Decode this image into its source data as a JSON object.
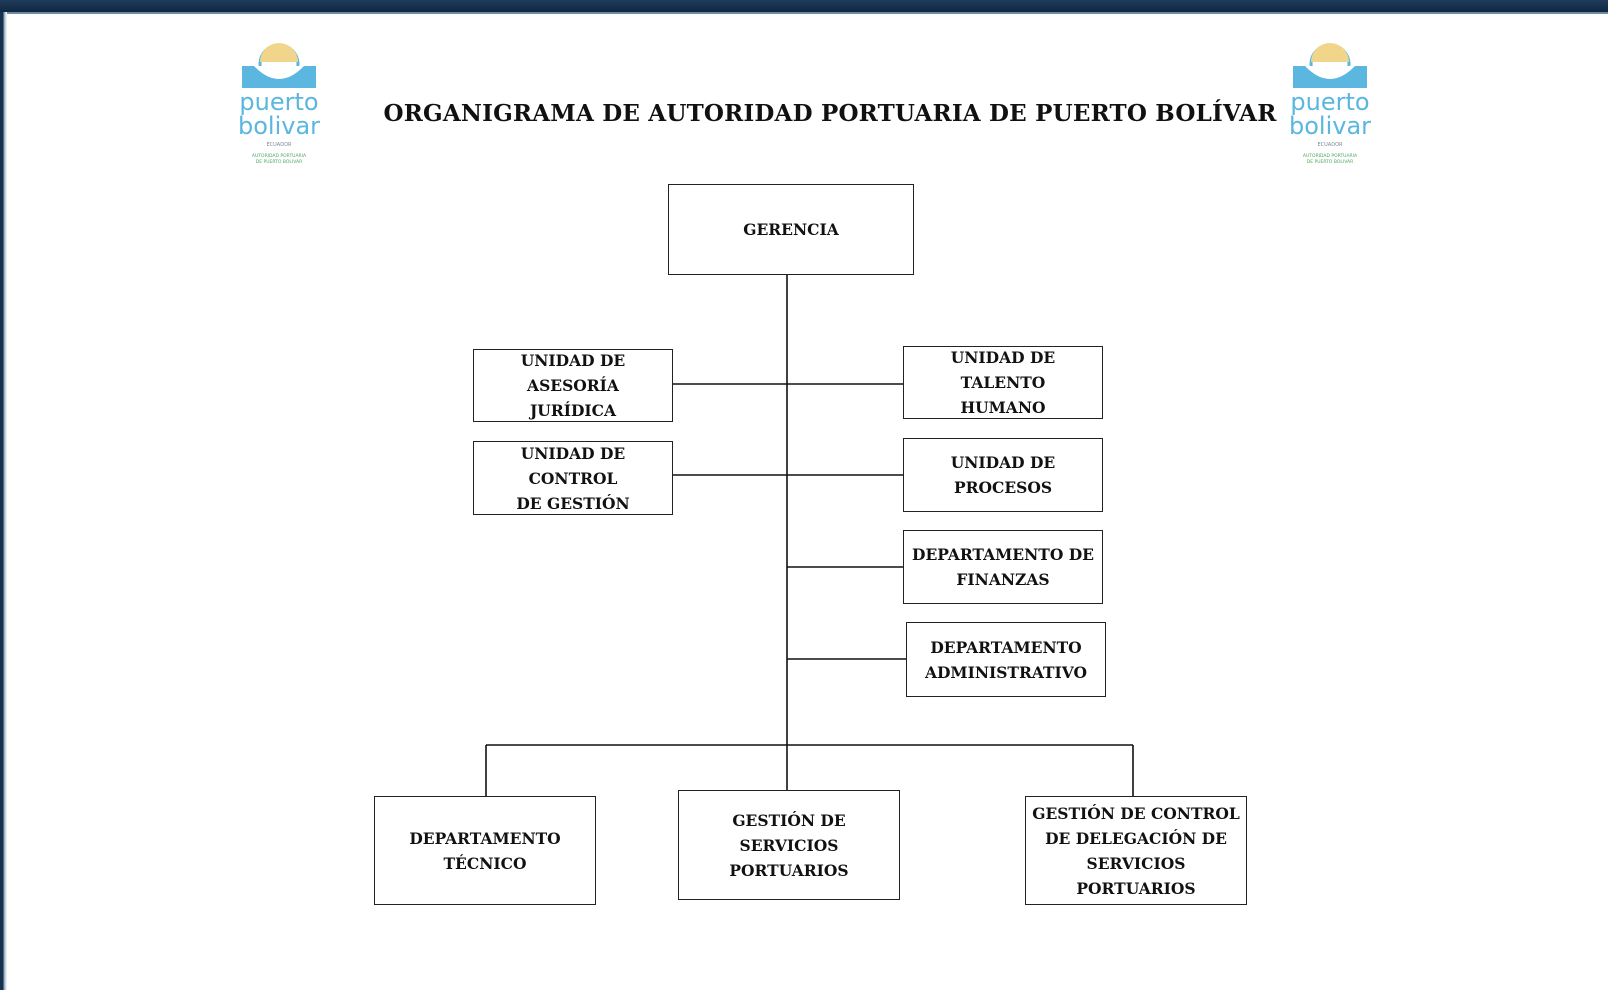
{
  "title": "ORGANIGRAMA DE AUTORIDAD PORTUARIA DE PUERTO BOLÍVAR",
  "logo": {
    "line1": "puerto",
    "line2": "bolivar",
    "line3": "ECUADOR",
    "line4": "AUTORIDAD PORTUARIA",
    "line5": "DE PUERTO BOLIVAR",
    "color": "#5bb7df"
  },
  "nodes": {
    "gerencia": "GERENCIA",
    "asesoria": "UNIDAD DE ASESORÍA\nJURÍDICA",
    "control_gestion": "UNIDAD DE CONTROL\nDE GESTIÓN",
    "talento": "UNIDAD DE TALENTO\nHUMANO",
    "procesos": "UNIDAD DE\nPROCESOS",
    "finanzas": "DEPARTAMENTO DE\nFINANZAS",
    "administrativo": "DEPARTAMENTO\nADMINISTRATIVO",
    "tecnico": "DEPARTAMENTO\nTÉCNICO",
    "servicios": "GESTIÓN DE SERVICIOS\nPORTUARIOS",
    "delegacion": "GESTIÓN DE CONTROL\nDE DELEGACIÓN DE\nSERVICIOS PORTUARIOS"
  }
}
